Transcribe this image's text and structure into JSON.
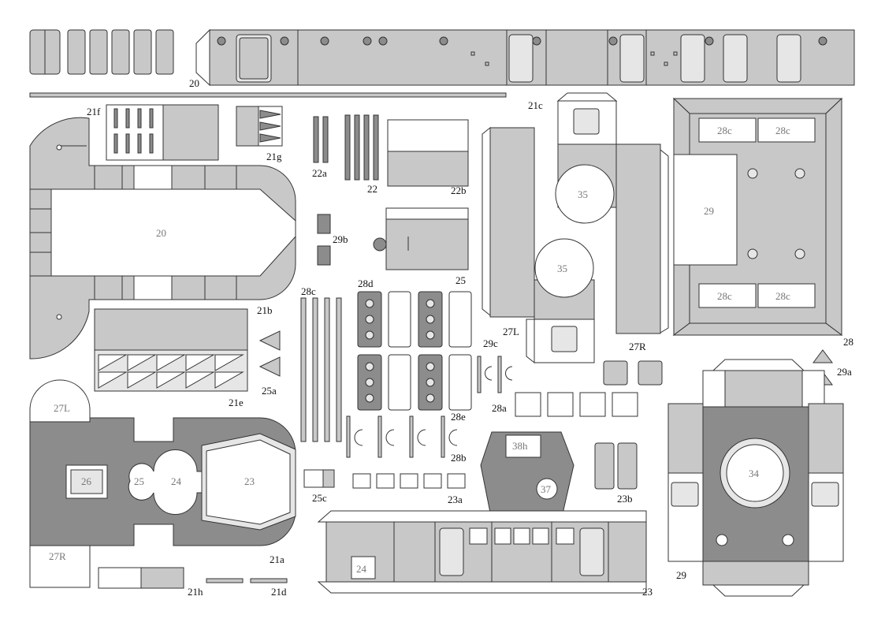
{
  "sheet": {
    "labels": {
      "l20": "20",
      "l20_in": "20",
      "l21a": "21a",
      "l21b": "21b",
      "l21c": "21c",
      "l21d": "21d",
      "l21e": "21e",
      "l21f": "21f",
      "l21g": "21g",
      "l21h": "21h",
      "l22": "22",
      "l22a": "22a",
      "l22b": "22b",
      "l23": "23",
      "l23_in": "23",
      "l23a": "23a",
      "l23b": "23b",
      "l24": "24",
      "l24b": "24",
      "l25": "25",
      "l25_in": "25",
      "l25a": "25a",
      "l25c": "25c",
      "l26": "26",
      "l27L": "27L",
      "l27L_in": "27L",
      "l27R": "27R",
      "l27R_in": "27R",
      "l28": "28",
      "l28a": "28a",
      "l28b": "28b",
      "l28c": "28c",
      "l28c_1": "28c",
      "l28c_2": "28c",
      "l28c_3": "28c",
      "l28c_4": "28c",
      "l28d": "28d",
      "l28e": "28e",
      "l29": "29",
      "l29_in": "29",
      "l29a": "29a",
      "l29b": "29b",
      "l29c": "29c",
      "l34": "34",
      "l35a": "35",
      "l35b": "35",
      "l37": "37",
      "l38h": "38h"
    }
  }
}
